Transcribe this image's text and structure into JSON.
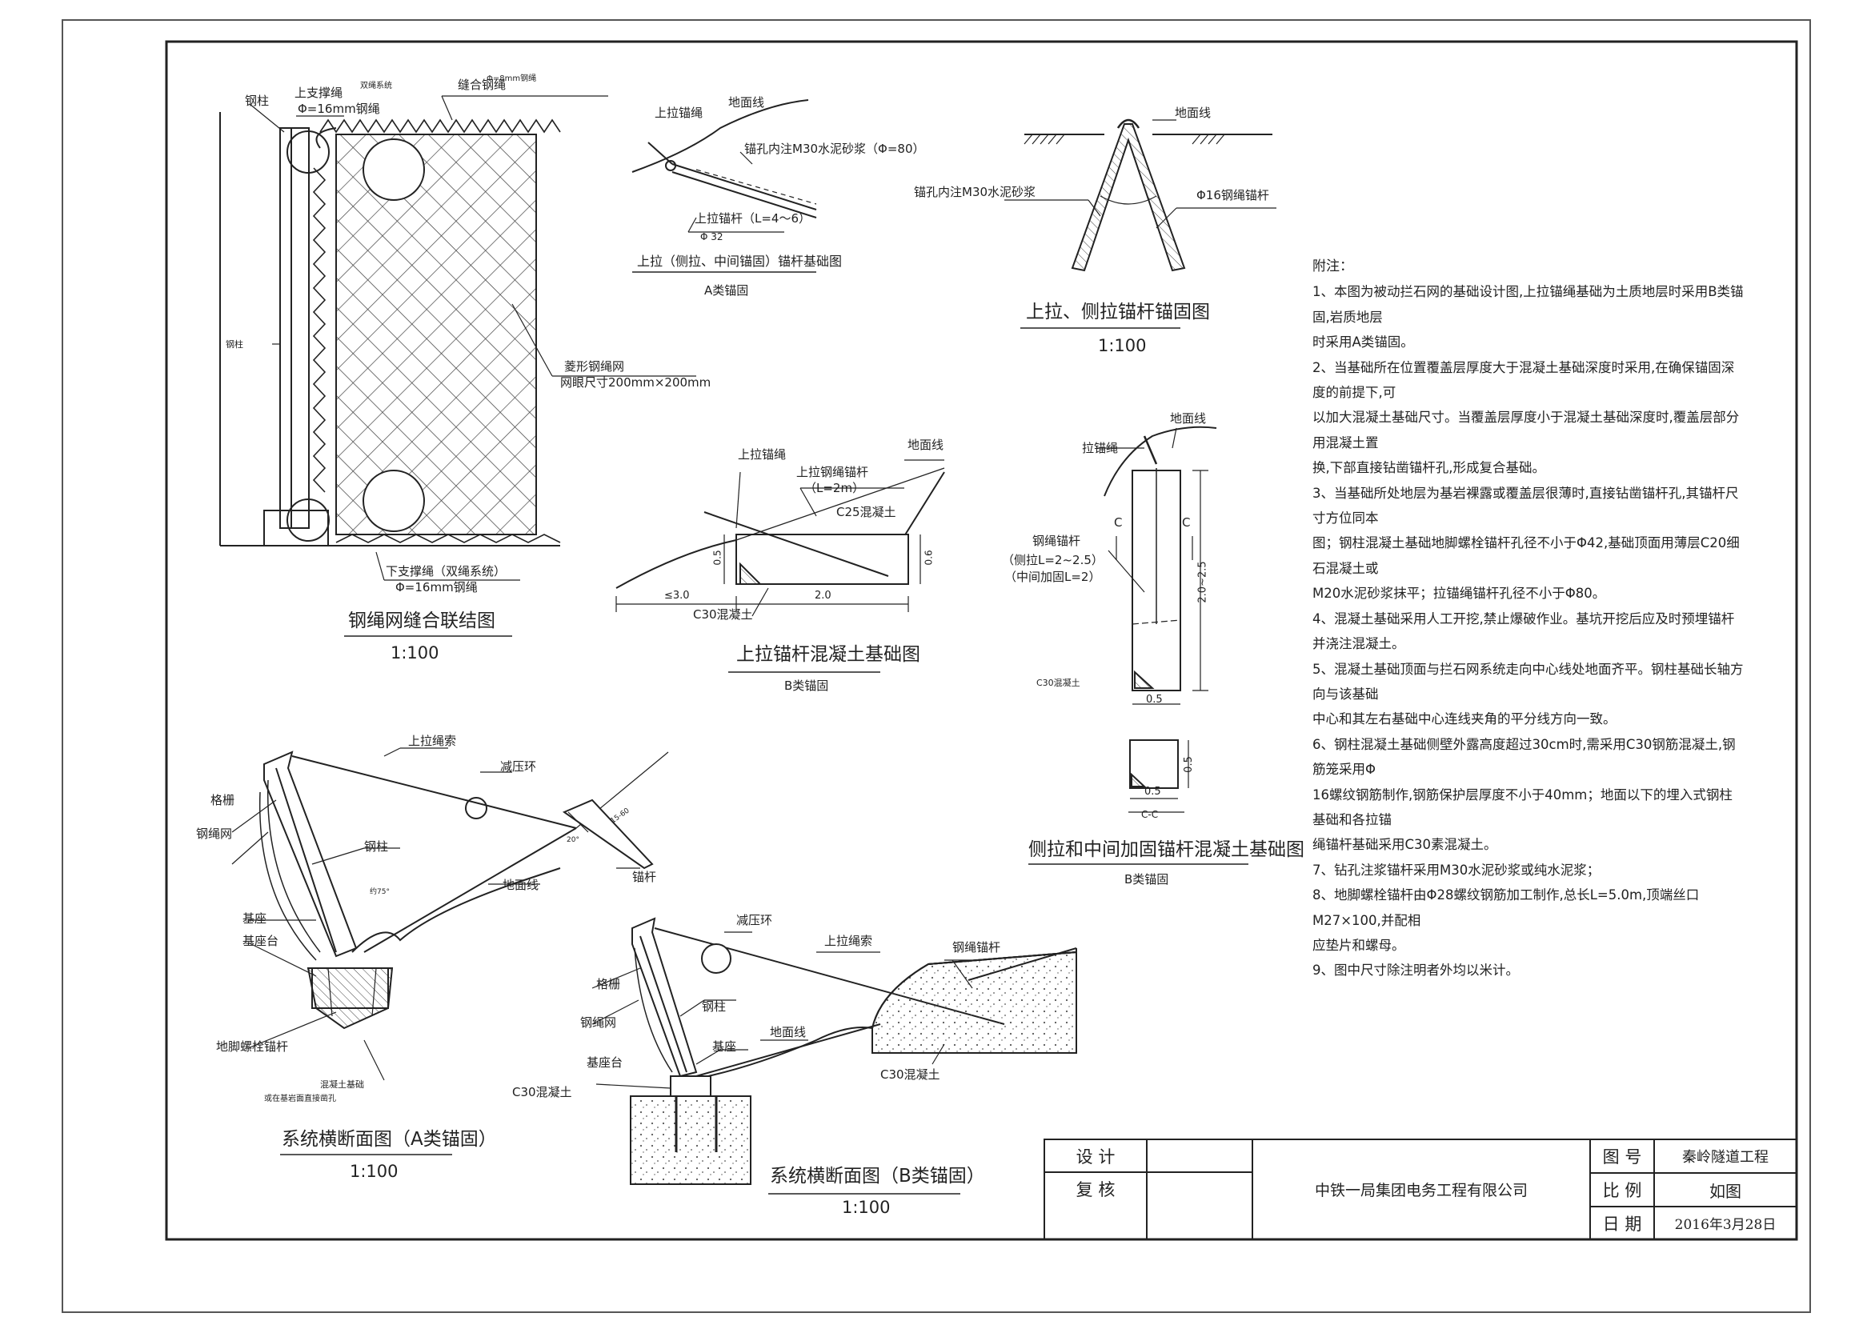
{
  "mesh": {
    "title": "钢绳网缝合联结图",
    "scale": "1:100",
    "labels": {
      "steel_post_top": "钢柱",
      "upper_brace": "上支撑绳",
      "upper_brace_spec": "Φ=16mm钢绳",
      "double_rope": "双绳系统",
      "stitch_rope": "缝合钢绳",
      "stitch_spec": "Φ=8mm钢绳",
      "steel_post_side": "钢柱",
      "net_name": "菱形钢绳网",
      "net_size": "网眼尺寸200mm×200mm",
      "lower_brace": "下支撑绳（双绳系统）",
      "lower_brace_spec": "Φ=16mm钢绳"
    }
  },
  "anchorA": {
    "title": "上拉（侧拉、中间锚固）锚杆基础图",
    "sub": "A类锚固",
    "labels": {
      "pull_rope": "上拉锚绳",
      "ground": "地面线",
      "grout": "锚孔内注M30水泥砂浆（Φ=80）",
      "rod": "上拉锚杆（L=4～6）",
      "dia": "Φ 32"
    }
  },
  "sideAnchor": {
    "title": "上拉、侧拉锚杆锚固图",
    "scale": "1:100",
    "labels": {
      "ground": "地面线",
      "grout": "锚孔内注M30水泥砂浆",
      "rope": "Φ16钢绳锚杆"
    }
  },
  "concreteB": {
    "title": "上拉锚杆混凝土基础图",
    "sub": "B类锚固",
    "labels": {
      "pull_rope": "上拉锚绳",
      "pull_rod": "上拉钢绳锚杆",
      "rod_len": "（L=2m）",
      "ground": "地面线",
      "c25": "C25混凝土",
      "c30": "C30混凝土",
      "d05": "0.5",
      "d06": "0.6",
      "d30": "≤3.0",
      "d20": "2.0"
    }
  },
  "sideConcrete": {
    "title": "侧拉和中间加固锚杆混凝土基础图",
    "sub": "B类锚固",
    "labels": {
      "ground": "地面线",
      "pull_rope": "拉锚绳",
      "rod": "钢绳锚杆",
      "side_len": "（侧拉L=2~2.5）",
      "mid_len": "（中间加固L=2）",
      "c_left": "C",
      "c_right": "C",
      "height": "2.0~2.5",
      "c30": "C30混凝土",
      "w05": "0.5",
      "sec_w": "0.5",
      "sec_h": "0.5",
      "sec_name": "C-C"
    }
  },
  "notes": {
    "heading": "附注：",
    "items": [
      "1、本图为被动拦石网的基础设计图,上拉锚绳基础为土质地层时采用B类锚固,岩质地层",
      "时采用A类锚固。",
      "2、当基础所在位置覆盖层厚度大于混凝土基础深度时采用,在确保锚固深度的前提下,可",
      "以加大混凝土基础尺寸。当覆盖层厚度小于混凝土基础深度时,覆盖层部分用混凝土置",
      "换,下部直接钻凿锚杆孔,形成复合基础。",
      "3、当基础所处地层为基岩裸露或覆盖层很薄时,直接钻凿锚杆孔,其锚杆尺寸方位同本",
      "图；钢柱混凝土基础地脚螺栓锚杆孔径不小于Φ42,基础顶面用薄层C20细石混凝土或",
      "M20水泥砂浆抹平；拉锚绳锚杆孔径不小于Φ80。",
      "4、混凝土基础采用人工开挖,禁止爆破作业。基坑开挖后应及时预埋锚杆并浇注混凝土。",
      "5、混凝土基础顶面与拦石网系统走向中心线处地面齐平。钢柱基础长轴方向与该基础",
      "中心和其左右基础中心连线夹角的平分线方向一致。",
      "6、钢柱混凝土基础侧壁外露高度超过30cm时,需采用C30钢筋混凝土,钢筋笼采用Φ",
      "16螺纹钢筋制作,钢筋保护层厚度不小于40mm；地面以下的埋入式钢柱基础和各拉锚",
      "绳锚杆基础采用C30素混凝土。",
      "7、钻孔注浆锚杆采用M30水泥砂浆或纯水泥浆；",
      "8、地脚螺栓锚杆由Φ28螺纹钢筋加工制作,总长L=5.0m,顶端丝口M27×100,并配相",
      "应垫片和螺母。",
      "9、图中尺寸除注明者外均以米计。"
    ]
  },
  "sectionA": {
    "title": "系统横断面图（A类锚固）",
    "scale": "1:100",
    "labels": {
      "top_rope": "上拉绳索",
      "relief_ring": "减压环",
      "grid": "格栅",
      "net": "钢绳网",
      "post": "钢柱",
      "anchor": "锚杆",
      "ground": "地面线",
      "base": "基座",
      "base_platform": "基座台",
      "bolt": "地脚螺栓锚杆",
      "concrete": "混凝土基础",
      "concrete_note": "或在基岩面直接凿孔",
      "angle1": "15-60",
      "angle2": "20°",
      "angle3": "约75°"
    }
  },
  "sectionB": {
    "title": "系统横断面图（B类锚固）",
    "scale": "1:100",
    "labels": {
      "relief_ring": "减压环",
      "top_rope": "上拉绳索",
      "rope_anchor": "钢绳锚杆",
      "grid": "格栅",
      "post": "钢柱",
      "net": "钢绳网",
      "ground": "地面线",
      "base": "基座",
      "base_platform": "基座台",
      "c30_left": "C30混凝土",
      "c30_right": "C30混凝土"
    }
  },
  "titleBlock": {
    "design": "设 计",
    "review": "复 核",
    "company": "中铁一局集团电务工程有限公司",
    "drawing_no_label": "图 号",
    "drawing_no": "秦岭隧道工程",
    "scale_label": "比 例",
    "scale": "如图",
    "date_label": "日 期",
    "date": "2016年3月28日"
  }
}
